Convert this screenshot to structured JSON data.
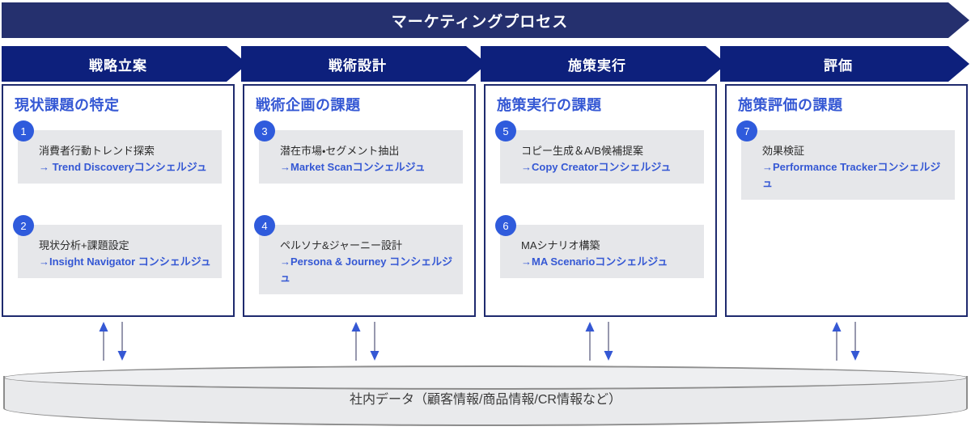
{
  "banner": {
    "title": "マーケティングプロセス"
  },
  "phases": [
    {
      "label": "戦略立案"
    },
    {
      "label": "戦術設計"
    },
    {
      "label": "施策実行"
    },
    {
      "label": "評価"
    }
  ],
  "columns": [
    {
      "title": "現状課題の特定",
      "items": [
        {
          "number": "1",
          "sub": "消費者行動トレンド探索",
          "main": "→ Trend Discoveryコンシェルジュ"
        },
        {
          "number": "2",
          "sub": "現状分析+課題設定",
          "main": "→Insight Navigator コンシェルジュ"
        }
      ]
    },
    {
      "title": "戦術企画の課題",
      "items": [
        {
          "number": "3",
          "sub": "潜在市場・セグメント抽出",
          "main": "→Market Scanコンシェルジュ"
        },
        {
          "number": "4",
          "sub": "ペルソナ&ジャーニー設計",
          "main": "→Persona & Journey コンシェルジュ"
        }
      ]
    },
    {
      "title": "施策実行の課題",
      "items": [
        {
          "number": "5",
          "sub": "コピー生成＆A/B候補提案",
          "main": "→Copy Creatorコンシェルジュ"
        },
        {
          "number": "6",
          "sub": "MAシナリオ構築",
          "main": "→MA Scenarioコンシェルジュ"
        }
      ]
    },
    {
      "title": "施策評価の課題",
      "items": [
        {
          "number": "7",
          "sub": "効果検証",
          "main": "→Performance Trackerコンシェルジュ"
        }
      ]
    }
  ],
  "datastore": {
    "label": "社内データ（顧客情報/商品情報/CR情報など）"
  },
  "icons": {
    "arrow_up": "arrow-up-icon",
    "arrow_down": "arrow-down-icon"
  },
  "colors": {
    "banner_navy": "#25306e",
    "chevron_navy": "#0d207c",
    "accent_blue": "#3558d4",
    "badge_blue": "#2f5bdc",
    "item_grey": "#e6e7ea",
    "cylinder_grey": "#e9eaec"
  }
}
